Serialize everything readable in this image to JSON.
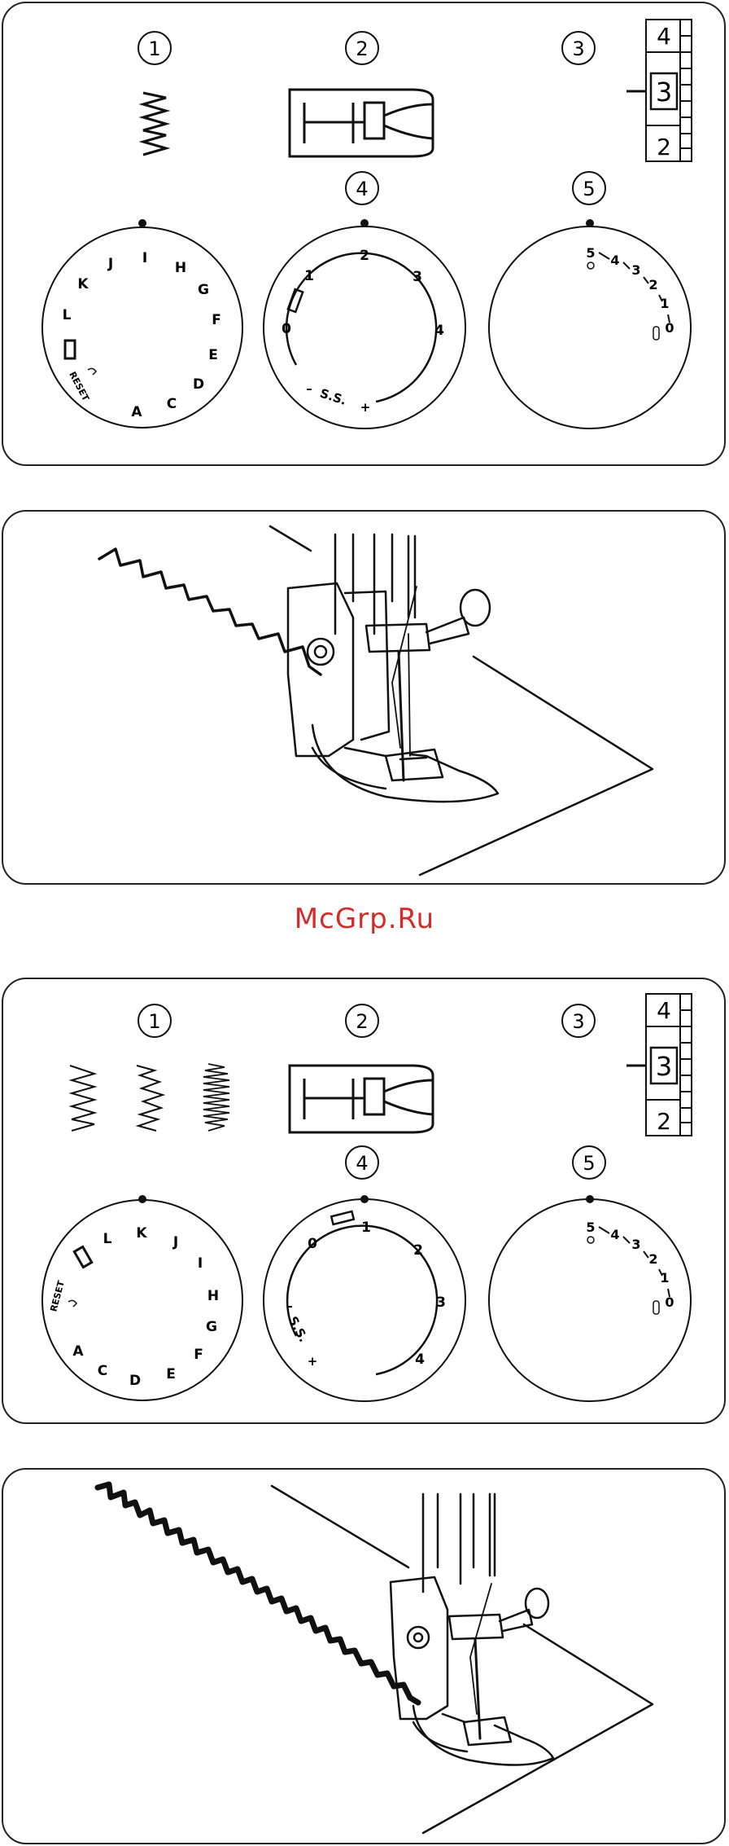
{
  "watermark": "McGrp.Ru",
  "colors": {
    "watermark": "#d42a2a",
    "line": "#111111"
  },
  "panel1": {
    "markers": [
      "1",
      "2",
      "3",
      "4",
      "5"
    ],
    "pattern_dial_letters": [
      "I",
      "H",
      "G",
      "F",
      "E",
      "D",
      "C",
      "A",
      "L",
      "K",
      "J"
    ],
    "pattern_dial_reset": "RESET",
    "stitch_width_dial": [
      "0",
      "1",
      "2",
      "3",
      "4",
      "S.S."
    ],
    "stitch_length_dial": [
      "5",
      "4",
      "3",
      "2",
      "1",
      "0"
    ],
    "tension_scale": [
      "4",
      "3",
      "2"
    ]
  },
  "panel3": {
    "markers": [
      "1",
      "2",
      "3",
      "4",
      "5"
    ],
    "pattern_dial_letters": [
      "L",
      "K",
      "J",
      "I",
      "H",
      "G",
      "F",
      "E",
      "D",
      "C",
      "A"
    ],
    "pattern_dial_reset": "RESET",
    "stitch_width_dial": [
      "0",
      "1",
      "2",
      "3",
      "4",
      "S.S."
    ],
    "stitch_length_dial": [
      "5",
      "4",
      "3",
      "2",
      "1",
      "0"
    ],
    "tension_scale": [
      "4",
      "3",
      "2"
    ]
  }
}
